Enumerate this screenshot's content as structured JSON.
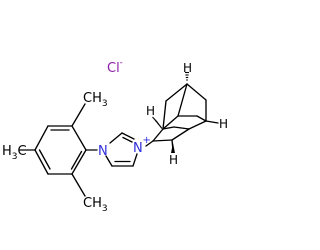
{
  "atoms": {
    "counterion": {
      "symbol": "Cl",
      "charge": "-"
    },
    "n_aryl": {
      "symbol": "N"
    },
    "n_cationic": {
      "symbol": "N",
      "charge": "+"
    },
    "methyl_para": {
      "symbol": "H",
      "count": "3",
      "tail": "C"
    },
    "methyl_ortho_top": {
      "symbol": "CH",
      "count": "3"
    },
    "methyl_ortho_bottom": {
      "symbol": "CH",
      "count": "3"
    },
    "bridgehead_h_top": {
      "symbol": "H"
    },
    "bridgehead_h_left": {
      "symbol": "H"
    },
    "bridgehead_h_right": {
      "symbol": "H"
    },
    "bridgehead_h_bottom": {
      "symbol": "H"
    }
  },
  "colors": {
    "nitrogen": "#2e2edc",
    "chlorine": "#8a1fa8",
    "carbon": "#000000",
    "hydrogen": "#000000"
  }
}
